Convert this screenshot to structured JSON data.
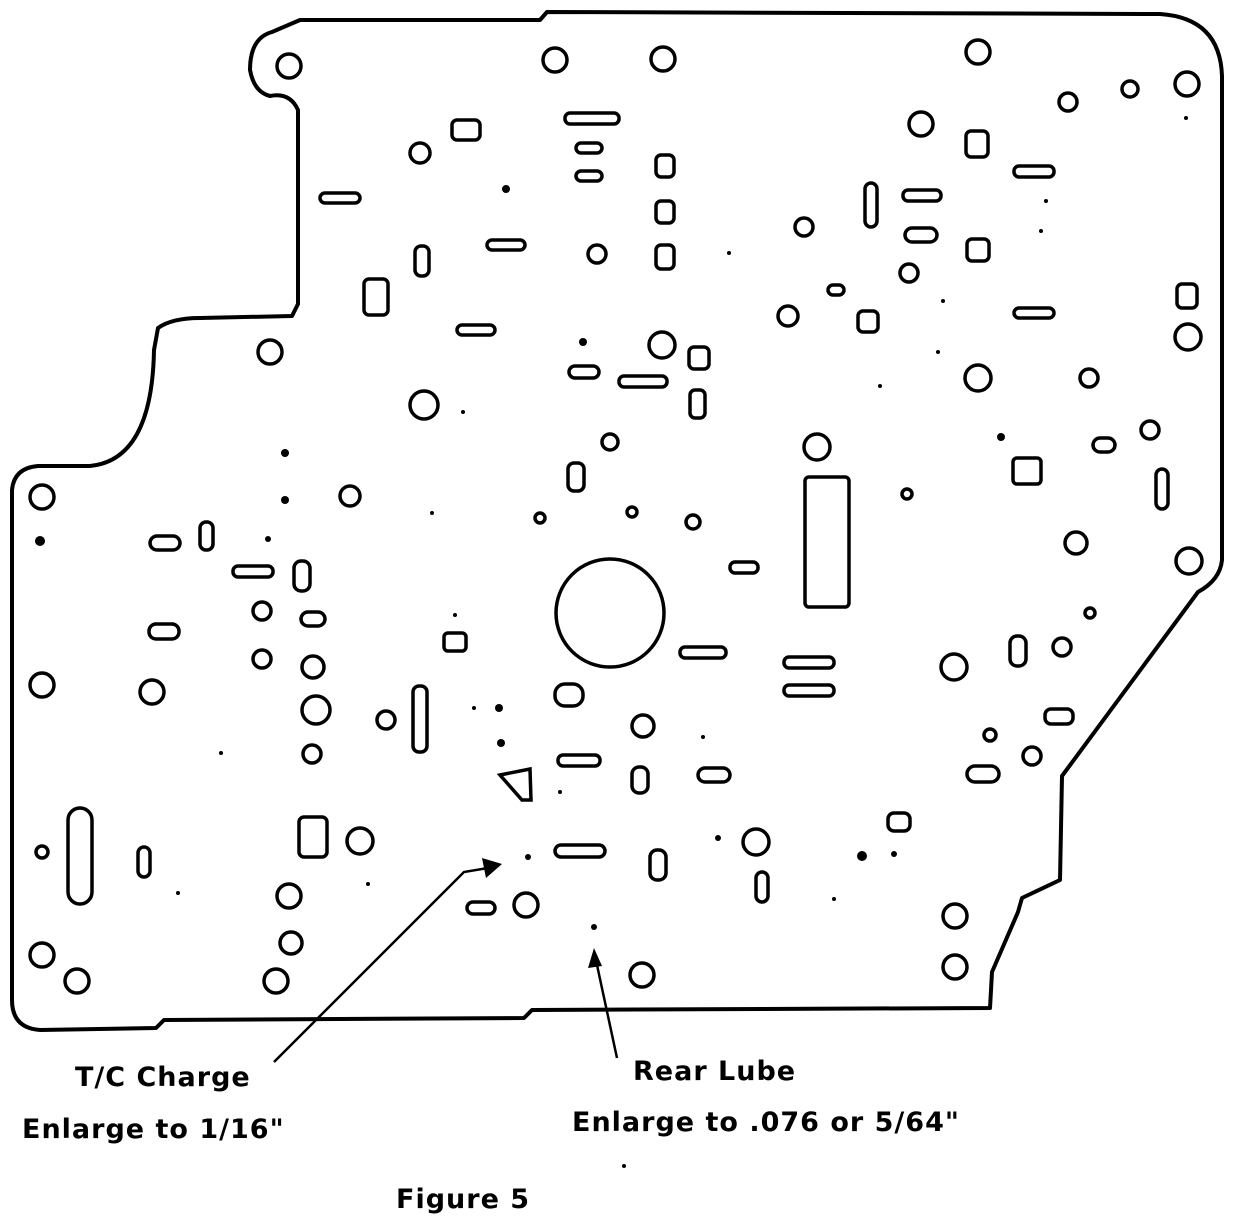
{
  "callouts": {
    "tc_charge": {
      "name": "T/C Charge",
      "instruction": "Enlarge to 1/16\""
    },
    "rear_lube": {
      "name": "Rear Lube",
      "instruction": "Enlarge to .076 or 5/64\""
    }
  },
  "figure_caption": "Figure 5"
}
